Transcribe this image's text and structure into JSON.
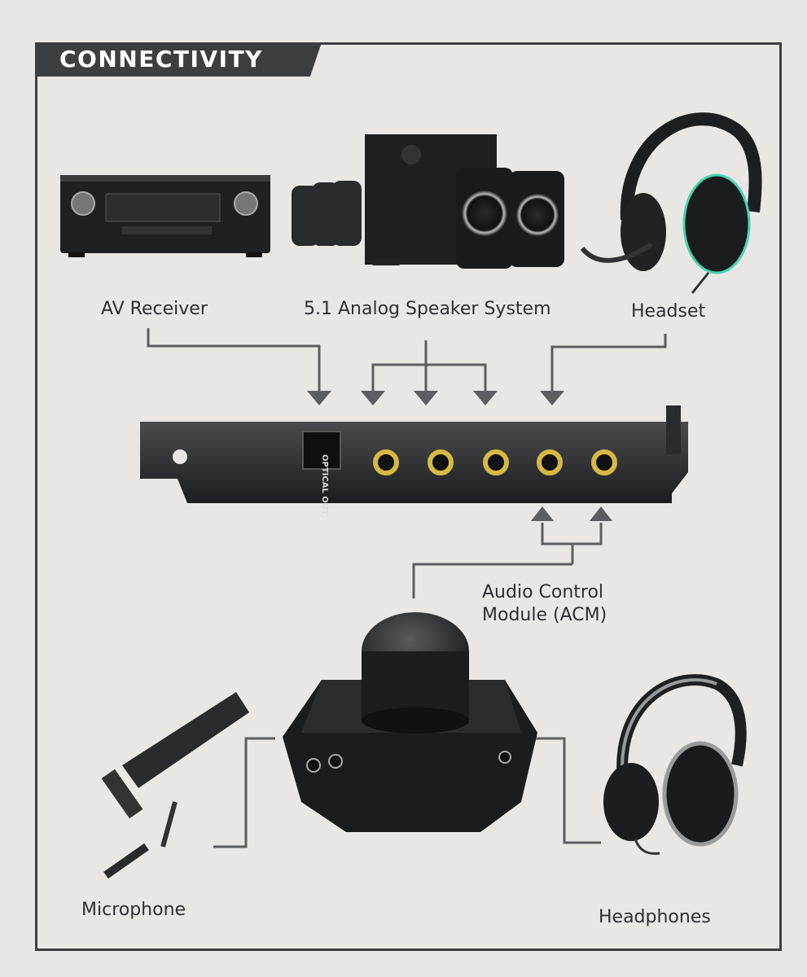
{
  "title": "CONNECTIVITY",
  "devices": {
    "av_receiver": "AV Receiver",
    "speaker_system": "5.1 Analog Speaker System",
    "headset": "Headset",
    "acm_line1": "Audio Control",
    "acm_line2": "Module (ACM)",
    "microphone": "Microphone",
    "headphones": "Headphones"
  },
  "card": {
    "optical_label": "OPTICAL OUT"
  },
  "colors": {
    "frame": "#3d3e40",
    "background": "#e9e7e4",
    "arrow": "#5c5e61",
    "jack_ring": "#d6b843",
    "bracket": "#2a2b2d"
  }
}
